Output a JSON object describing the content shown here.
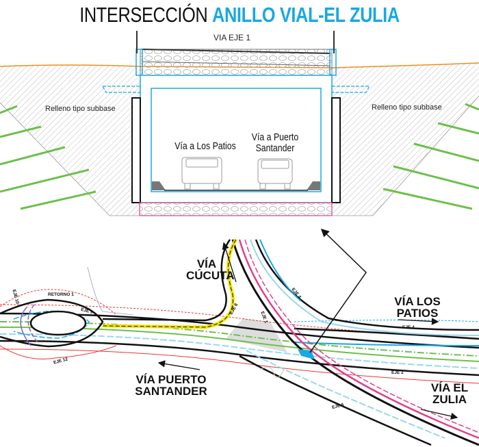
{
  "title": {
    "part1": "INTERSECCIÓN",
    "part2": "ANILLO VIAL-EL ZULIA"
  },
  "section": {
    "road_label": "VIA EJE 1",
    "fill_left": "Relleno tipo subbase",
    "fill_right": "Relleno tipo subbase",
    "lane_left": "Vía a Los Patios",
    "lane_right": "Vía a Puerto Santander"
  },
  "plan": {
    "via_cucuta": [
      "VÍA",
      "CÚCUTA"
    ],
    "via_los_patios": [
      "VÍA LOS",
      "PATIOS"
    ],
    "via_puerto_santander": [
      "VÍA PUERTO",
      "SANTANDER"
    ],
    "via_el_zulia": [
      "VÍA EL",
      "ZULIA"
    ],
    "retorno": "RETORNO 1",
    "ejes": {
      "eje10": "EJE 10",
      "eje9": "EJE 9",
      "eje12": "EJE 12",
      "eje8": "EJE 8",
      "eje1": "EJE 1",
      "eje4a": "EJE 4",
      "eje4b": "EJE 4",
      "eje2": "EJE 2",
      "eje6": "EJE 6"
    }
  },
  "colors": {
    "accent": "#1aa8e0",
    "ground": "#f08c1e",
    "pink": "#e0408a",
    "yellow": "#f2e600",
    "green": "#6cc04a"
  }
}
